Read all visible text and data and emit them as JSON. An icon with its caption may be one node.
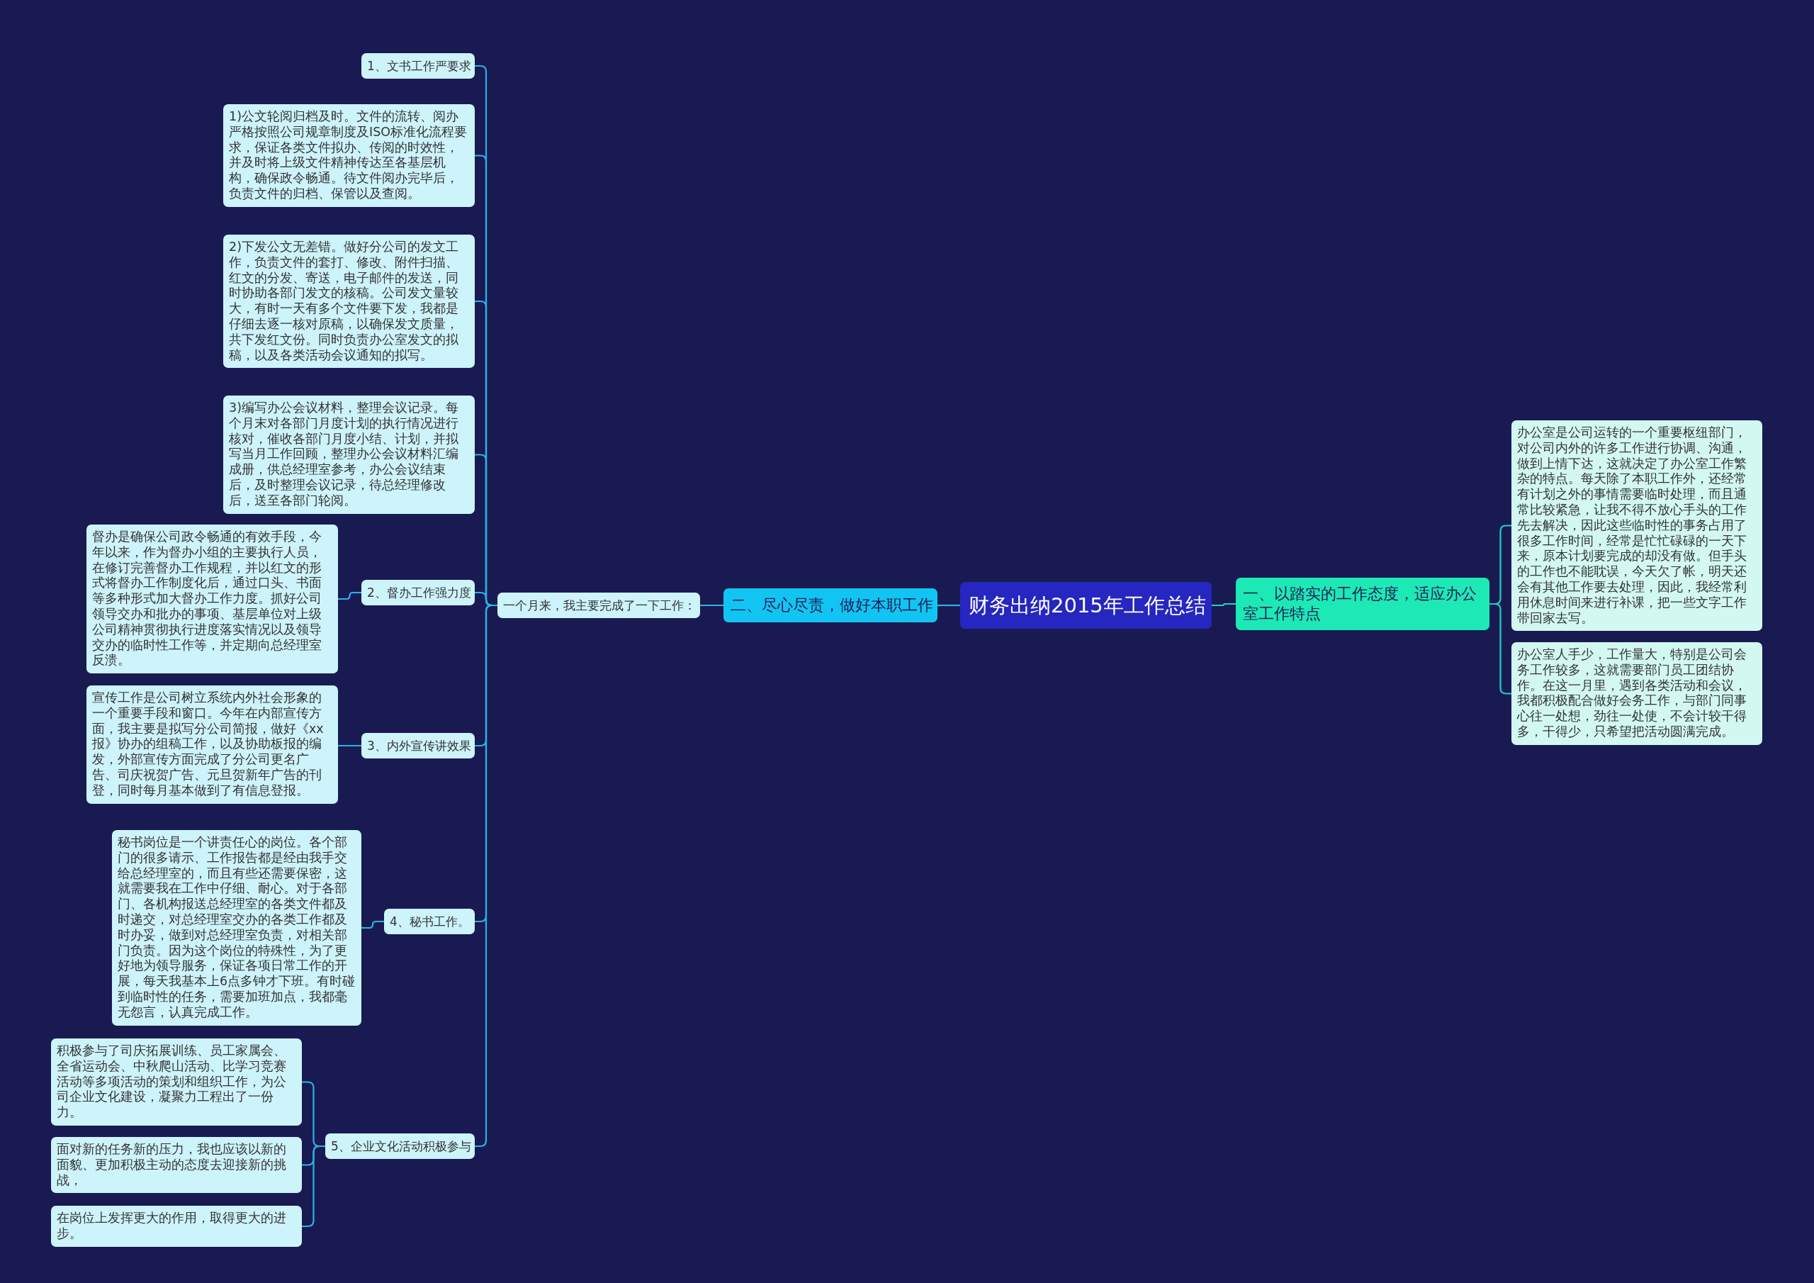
{
  "diagram": {
    "nodes": [
      {
        "text": [
          "财务出纳2015年工作总结"
        ]
      },
      {
        "text": [
          "一、以踏实的工作态度，适应办公室工作特点"
        ]
      },
      {
        "text": [
          "办公室是公司运转的一个重要枢纽部门，对公司内外的许多工作进行协调、沟通，做到上情下达，这就决定了办公室工作繁杂的特点。每天除了本职工作外，还经常有计划之外的事情需要临时处理，而且通常比较紧急，让我不得不放心手头的工作先去解决，因此这些临时性的事务占用了很多工作时间，经常是忙忙碌碌的一天下来，原本计划要完成的却没有做。但手头的工作也不能耽误，今天欠了帐，明天还会有其他工作要去处理，因此，我经常利用休息时间来进行补课，把一些文字工作带回家去写。"
        ]
      },
      {
        "text": [
          "办公室人手少，工作量大，特别是公司会务工作较多，这就需要部门员工团结协作。在这一月里，遇到各类活动和会议，我都积极配合做好会务工作，与部门同事心往一处想，劲往一处使，不会计较干得多，干得少，只希望把活动圆满完成。"
        ]
      },
      {
        "text": [
          "二、尽心尽责，做好本职工作"
        ]
      },
      {
        "text": [
          "一个月来，我主要完成了一下工作："
        ]
      },
      {
        "text": [
          "1、文书工作严要求"
        ]
      },
      {
        "text": [
          "1)公文轮阅归档及时。文件的流转、阅办严格按照公司规章制度及ISO标准化流程要求，保证各类文件拟办、传阅的时效性，并及时将上级文件精神传达至各基层机构，确保政令畅通。待文件阅办完毕后，负责文件的归档、保管以及查阅。"
        ]
      },
      {
        "text": [
          "2)下发公文无差错。做好分公司的发文工作，负责文件的套打、修改、附件扫描、红文的分发、寄送，电子邮件的发送，同时协助各部门发文的核稿。公司发文量较大，有时一天有多个文件要下发，我都是仔细去逐一核对原稿，以确保发文质量，共下发红文份。同时负责办公室发文的拟稿，以及各类活动会议通知的拟写。"
        ]
      },
      {
        "text": [
          "3)编写办公会议材料，整理会议记录。每个月末对各部门月度计划的执行情况进行核对，催收各部门月度小结、计划，并拟写当月工作回顾，整理办公会议材料汇编成册，供总经理室参考，办公会议结束后，及时整理会议记录，待总经理修改后，送至各部门轮阅。"
        ]
      },
      {
        "text": [
          "2、督办工作强力度"
        ]
      },
      {
        "text": [
          "督办是确保公司政令畅通的有效手段，今年以来，作为督办小组的主要执行人员，在修订完善督办工作规程，并以红文的形式将督办工作制度化后，通过口头、书面等多种形式加大督办工作力度。抓好公司领导交办和批办的事项、基层单位对上级公司精神贯彻执行进度落实情况以及领导交办的临时性工作等，并定期向总经理室反溃。"
        ]
      },
      {
        "text": [
          "3、内外宣传讲效果"
        ]
      },
      {
        "text": [
          "宣传工作是公司树立系统内外社会形象的一个重要手段和窗口。今年在内部宣传方面，我主要是拟写分公司简报，做好《xx报》协办的组稿工作，以及协助板报的编发，外部宣传方面完成了分公司更名广告、司庆祝贺广告、元旦贺新年广告的刊登，同时每月基本做到了有信息登报。"
        ]
      },
      {
        "text": [
          "4、秘书工作。"
        ]
      },
      {
        "text": [
          "秘书岗位是一个讲责任心的岗位。各个部门的很多请示、工作报告都是经由我手交给总经理室的，而且有些还需要保密，这就需要我在工作中仔细、耐心。对于各部门、各机构报送总经理室的各类文件都及时递交，对总经理室交办的各类工作都及时办妥，做到对总经理室负责，对相关部门负责。因为这个岗位的特殊性，为了更好地为领导服务，保证各项日常工作的开展，每天我基本上6点多钟才下班。有时碰到临时性的任务，需要加班加点，我都毫无怨言，认真完成工作。"
        ]
      },
      {
        "text": [
          "5、企业文化活动积极参与"
        ]
      },
      {
        "text": [
          "积极参与了司庆拓展训练、员工家属会、全省运动会、中秋爬山活动、比学习竞赛活动等多项活动的策划和组织工作，为公司企业文化建设，凝聚力工程出了一份力。"
        ]
      },
      {
        "text": [
          "面对新的任务新的压力，我也应该以新的面貌、更加积极主动的态度去迎接新的挑战，"
        ]
      },
      {
        "text": [
          "在岗位上发挥更大的作用，取得更大的进步。"
        ]
      }
    ],
    "edges": [
      {
        "from": 0,
        "to": 1,
        "arrow": "none"
      },
      {
        "from": 1,
        "to": 2,
        "arrow": "none"
      },
      {
        "from": 1,
        "to": 3,
        "arrow": "none"
      },
      {
        "from": 0,
        "to": 4,
        "arrow": "none"
      },
      {
        "from": 4,
        "to": 5,
        "arrow": "none"
      },
      {
        "from": 5,
        "to": 6,
        "arrow": "none"
      },
      {
        "from": 5,
        "to": 7,
        "arrow": "none"
      },
      {
        "from": 5,
        "to": 8,
        "arrow": "none"
      },
      {
        "from": 5,
        "to": 9,
        "arrow": "none"
      },
      {
        "from": 5,
        "to": 10,
        "arrow": "none"
      },
      {
        "from": 10,
        "to": 11,
        "arrow": "none"
      },
      {
        "from": 5,
        "to": 12,
        "arrow": "none"
      },
      {
        "from": 12,
        "to": 13,
        "arrow": "none"
      },
      {
        "from": 5,
        "to": 14,
        "arrow": "none"
      },
      {
        "from": 14,
        "to": 15,
        "arrow": "none"
      },
      {
        "from": 5,
        "to": 16,
        "arrow": "none"
      },
      {
        "from": 16,
        "to": 17,
        "arrow": "none"
      },
      {
        "from": 16,
        "to": 18,
        "arrow": "none"
      },
      {
        "from": 16,
        "to": 19,
        "arrow": "none"
      }
    ]
  }
}
